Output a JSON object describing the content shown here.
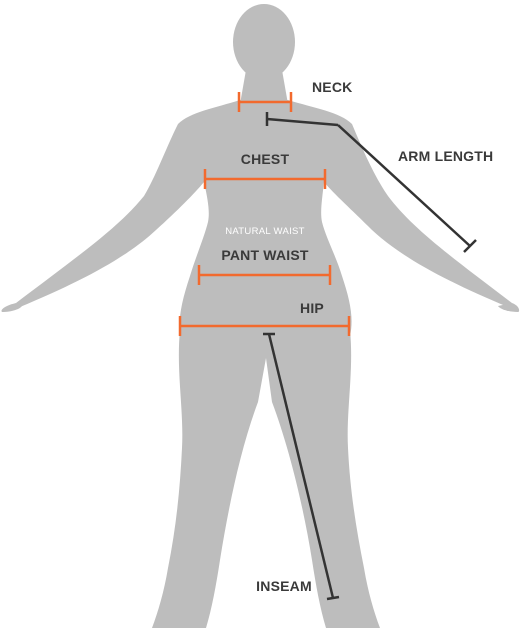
{
  "colors": {
    "background": "#ffffff",
    "body_silhouette": "#bdbdbd",
    "measure_accent": "#f26a2e",
    "measure_dark": "#333333",
    "label_text": "#3a3a3a",
    "waist_label_text": "#ffffff"
  },
  "labels": {
    "neck": "NECK",
    "chest": "CHEST",
    "arm_length": "ARM LENGTH",
    "natural_waist": "NATURAL WAIST",
    "pant_waist": "PANT WAIST",
    "hip": "HIP",
    "inseam": "INSEAM"
  }
}
